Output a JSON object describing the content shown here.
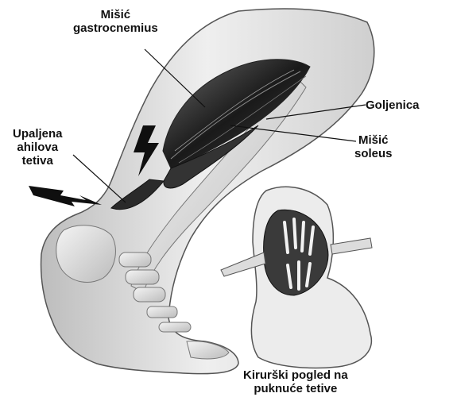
{
  "labels": {
    "gastrocnemius": {
      "line1": "Mišić",
      "line2": "gastrocnemius"
    },
    "tibia": {
      "line1": "Goljenica"
    },
    "soleus": {
      "line1": "Mišić",
      "line2": "soleus"
    },
    "tendon": {
      "line1": "Upaljena",
      "line2": "ahilova",
      "line3": "tetiva"
    },
    "caption": {
      "line1": "Kirurški pogled na",
      "line2": "puknuće tetive"
    }
  },
  "icons": [
    "pain-bolt-icon",
    "pain-bolt-icon"
  ],
  "colors": {
    "ink": "#111111",
    "muscle_dark": "#1c1c1c",
    "skin": "#e9e9e9",
    "bone": "#d4d4d4"
  }
}
